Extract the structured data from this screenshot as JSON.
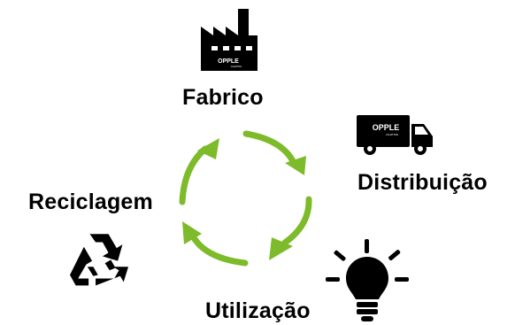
{
  "stages": {
    "manufacturing": "Fabrico",
    "distribution": "Distribuição",
    "usage": "Utilização",
    "recycling": "Reciclagem"
  },
  "logo": {
    "brand": "OPPLE",
    "subtext": "LIGHTING"
  },
  "colors": {
    "accent": "#7dbb2a",
    "ink": "#000000"
  },
  "icons": {
    "manufacturing": "factory-icon",
    "distribution": "truck-icon",
    "usage": "lightbulb-icon",
    "recycling": "recycle-icon"
  }
}
